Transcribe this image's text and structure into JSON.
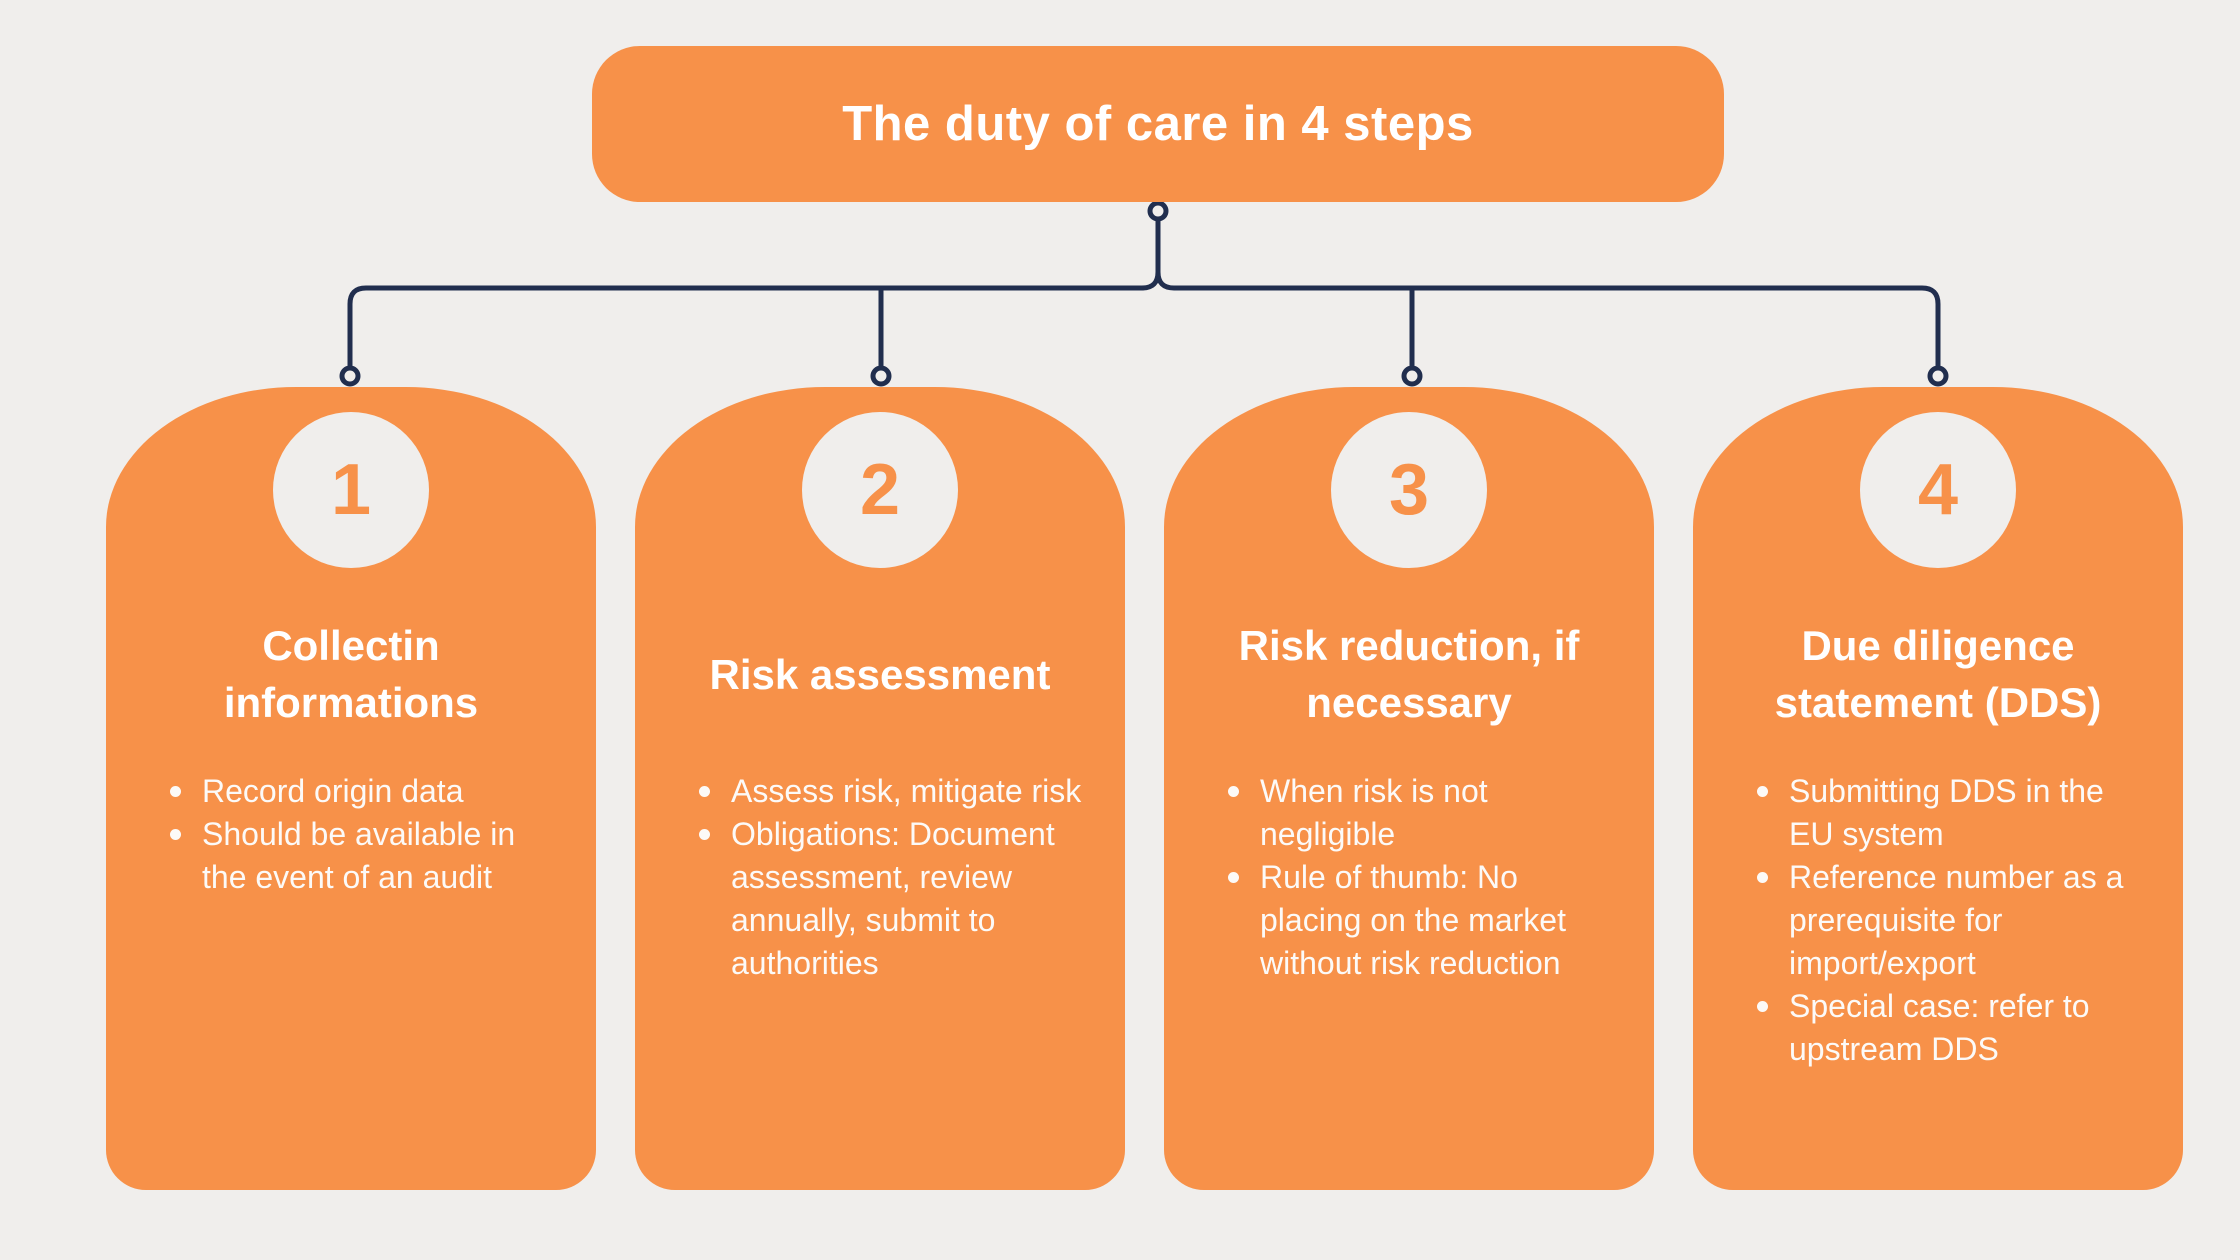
{
  "title": "The duty of care in 4 steps",
  "colors": {
    "accent_orange": "#F79149",
    "background": "#F0EEEC",
    "connector_navy": "#212E4E",
    "text_white": "#FFFFFF"
  },
  "steps": [
    {
      "number": "1",
      "heading": "Collectin informations",
      "bullets": [
        "Record origin data",
        "Should be available in the event of an audit"
      ]
    },
    {
      "number": "2",
      "heading": "Risk assessment",
      "bullets": [
        "Assess risk, mitigate risk",
        "Obligations: Document assessment, review annually, submit to authorities"
      ]
    },
    {
      "number": "3",
      "heading": "Risk reduction, if necessary",
      "bullets": [
        "When risk is not negligible",
        "Rule of thumb: No placing on the market without risk reduction"
      ]
    },
    {
      "number": "4",
      "heading": "Due diligence statement (DDS)",
      "bullets": [
        "Submitting DDS in the EU system",
        "Reference number as a prerequisite for import/export",
        "Special case: refer to upstream DDS"
      ]
    }
  ]
}
